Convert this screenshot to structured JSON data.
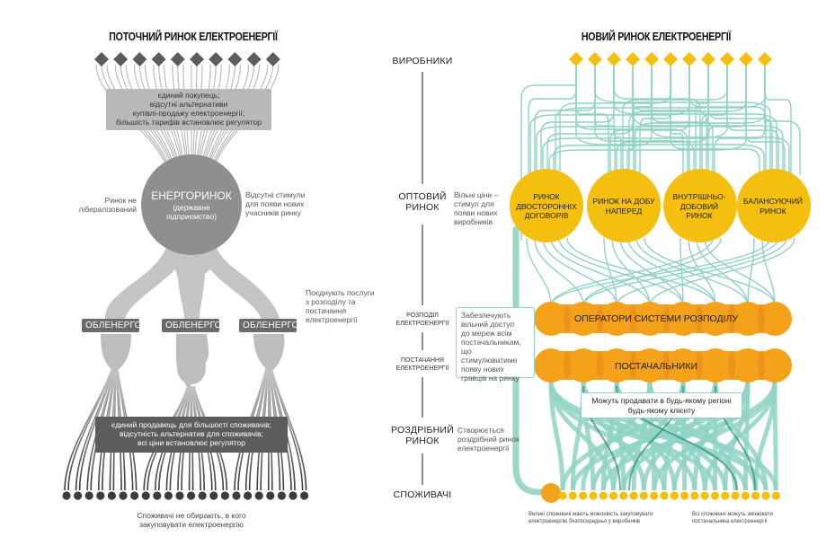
{
  "left": {
    "title": "ПОТОЧНИЙ РИНОК ЕЛЕКТРОЕНЕРГІЇ",
    "top_box": "єдиний покупець;\nвідсутні альтернативи\nкупівлі-продажу електроенергії;\nбільшість тарифів встановлює регулятор",
    "hub_title": "ЕНЕРГОРИНОК",
    "hub_sub": "(державне\nпідприємство)",
    "note_left": "Ринок не\nлібералізований",
    "note_right": "Відсутні стимули\nдля появи нових\nучасників ринку",
    "note_combine": "Поєднують послуги\nз розподілу та\nпостачання\nелектроенергії",
    "oblenergo": [
      "ОБЛЕНЕРГО",
      "ОБЛЕНЕРГО",
      "ОБЛЕНЕРГО"
    ],
    "bottom_box": "єдиний продавець для більшості споживачів;\nвідсутність альтернатив для споживачів;\nвсі ціни встановлює регулятор",
    "consumers_note": "Споживачі не обирають, в кого\nзакуповувати електроенергію"
  },
  "axis": {
    "producers": "ВИРОБНИКИ",
    "wholesale": "ОПТОВИЙ\nРИНОК",
    "distribution": "РОЗПОДІЛ\nЕЛЕКТРОЕНЕРГІЇ",
    "supply": "ПОСТАЧАННЯ\nЕЛЕКТРОЕНЕРГІЇ",
    "retail": "РОЗДРІБНИЙ\nРИНОК",
    "consumers": "СПОЖИВАЧІ"
  },
  "right": {
    "title": "НОВИЙ РИНОК ЕЛЕКТРОЕНЕРГІЇ",
    "note_prices": "Вільні ціни –\nстимул для\nпояви нових\nвиробників",
    "markets": [
      "РИНОК\nДВОСТОРОННІХ\nДОГОВОРІВ",
      "РИНОК НА ДОБУ\nНАПЕРЕД",
      "ВНУТРІШНЬО-\nДОБОВИЙ\nРИНОК",
      "БАЛАНСУЮЧИЙ\nРИНОК"
    ],
    "operators": "ОПЕРАТОРИ СИСТЕМИ РОЗПОДІЛУ",
    "suppliers": "ПОСТАЧАЛЬНИКИ",
    "note_access": "Забезпечують\nвільний доступ\nдо мереж всім\nпостачальникам,\nщо стимулюватиме\nпояву нових\nгравців на ринку",
    "note_region": "Можуть продавати в будь-якому регіоні\nбудь-якому клієнту",
    "note_retail": "Створюється\nроздрібний ринок\nелектроенергії",
    "note_big": "Великі споживачі мають можливість закуповувати\nелектроенергію безпосередньо у виробників",
    "note_all": "Всі споживачі можуть змінювати\nпостачальника електроенергії"
  },
  "colors": {
    "gold": "#f5bf0f",
    "orange": "#f4a21a",
    "teal": "#8fd3c4",
    "grey_dark": "#5c5c5c",
    "grey_hub": "#8f8f8f",
    "grey_light": "#bdbdbd"
  }
}
